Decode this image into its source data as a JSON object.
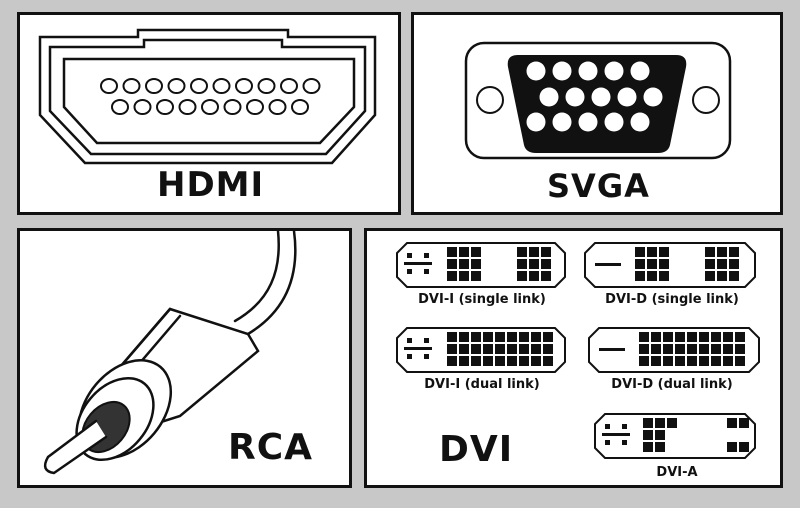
{
  "panels": {
    "hdmi": {
      "label": "HDMI"
    },
    "svga": {
      "label": "SVGA"
    },
    "rca": {
      "label": "RCA"
    },
    "dvi": {
      "label": "DVI",
      "connectors": {
        "i_single": "DVI-I (single link)",
        "d_single": "DVI-D (single link)",
        "i_dual": "DVI-I (dual link)",
        "d_dual": "DVI-D (dual link)",
        "a": "DVI-A"
      }
    }
  },
  "colors": {
    "background": "#c8c8c8",
    "panel": "#ffffff",
    "ink": "#111111"
  }
}
